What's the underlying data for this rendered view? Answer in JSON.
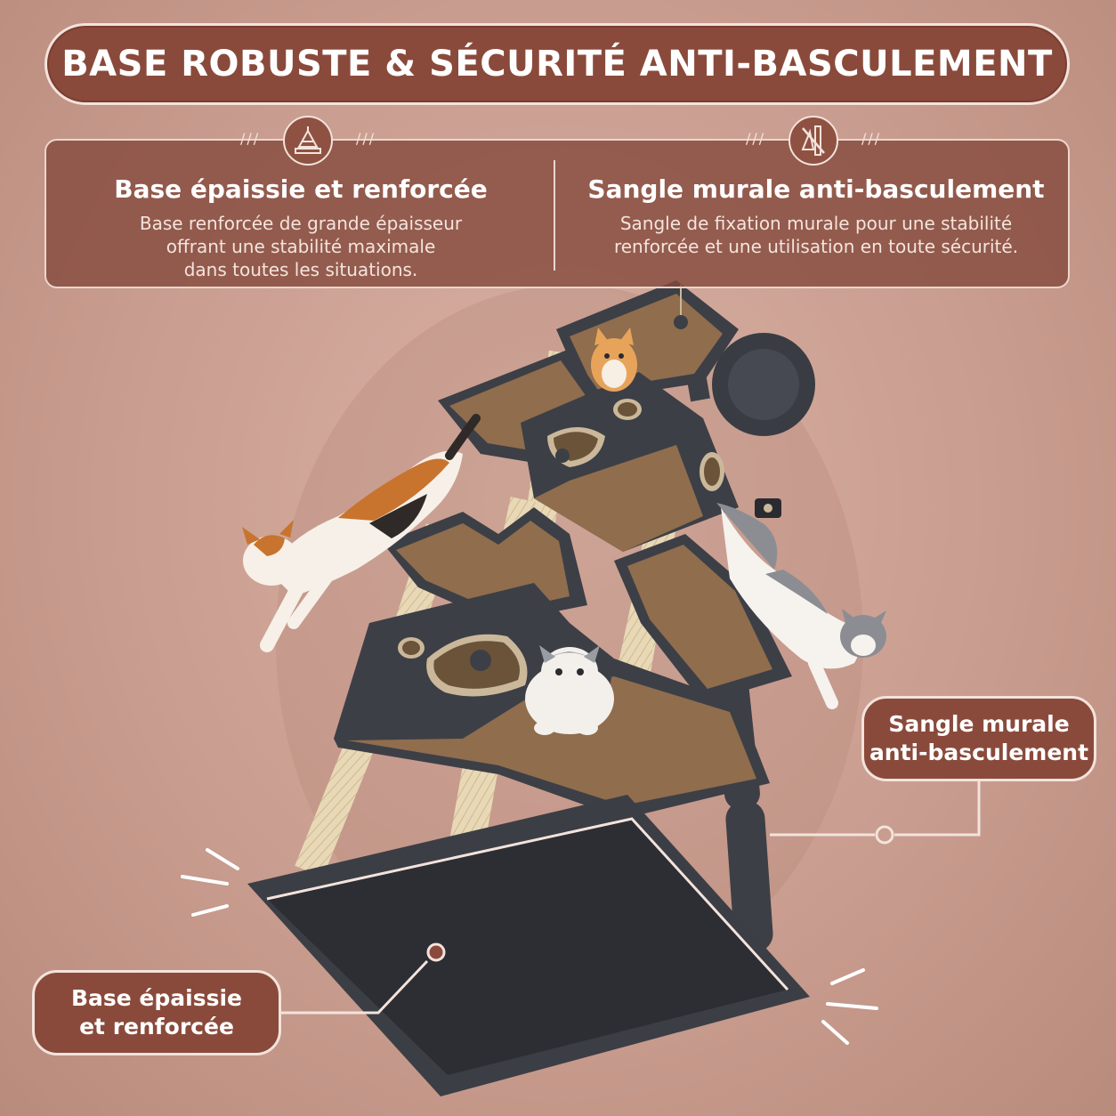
{
  "header": {
    "title": "BASE ROBUSTE & SÉCURITÉ ANTI-BASCULEMENT"
  },
  "features": [
    {
      "title": "Base épaissie et renforcée",
      "lines": [
        "Base renforcée de grande épaisseur",
        "offrant une stabilité maximale",
        "dans toutes les situations."
      ],
      "icon": "cat-tree-base-icon"
    },
    {
      "title": "Sangle murale anti-basculement",
      "lines": [
        "Sangle de fixation murale pour une stabilité",
        "renforcée et une utilisation en toute sécurité."
      ],
      "icon": "wall-strap-no-tip-icon"
    }
  ],
  "callouts": {
    "wall_strap": [
      "Sangle murale",
      "anti-basculement"
    ],
    "base": [
      "Base épaissie",
      "et renforcée"
    ]
  },
  "decor": {
    "hatch": "///"
  },
  "colors": {
    "banner": "#8a4a3b",
    "panel": "#844a3c",
    "border": "#f3e3dc",
    "background": "#c99d8f",
    "plush": "#3d3f46",
    "sisal": "#e6d6b4"
  }
}
